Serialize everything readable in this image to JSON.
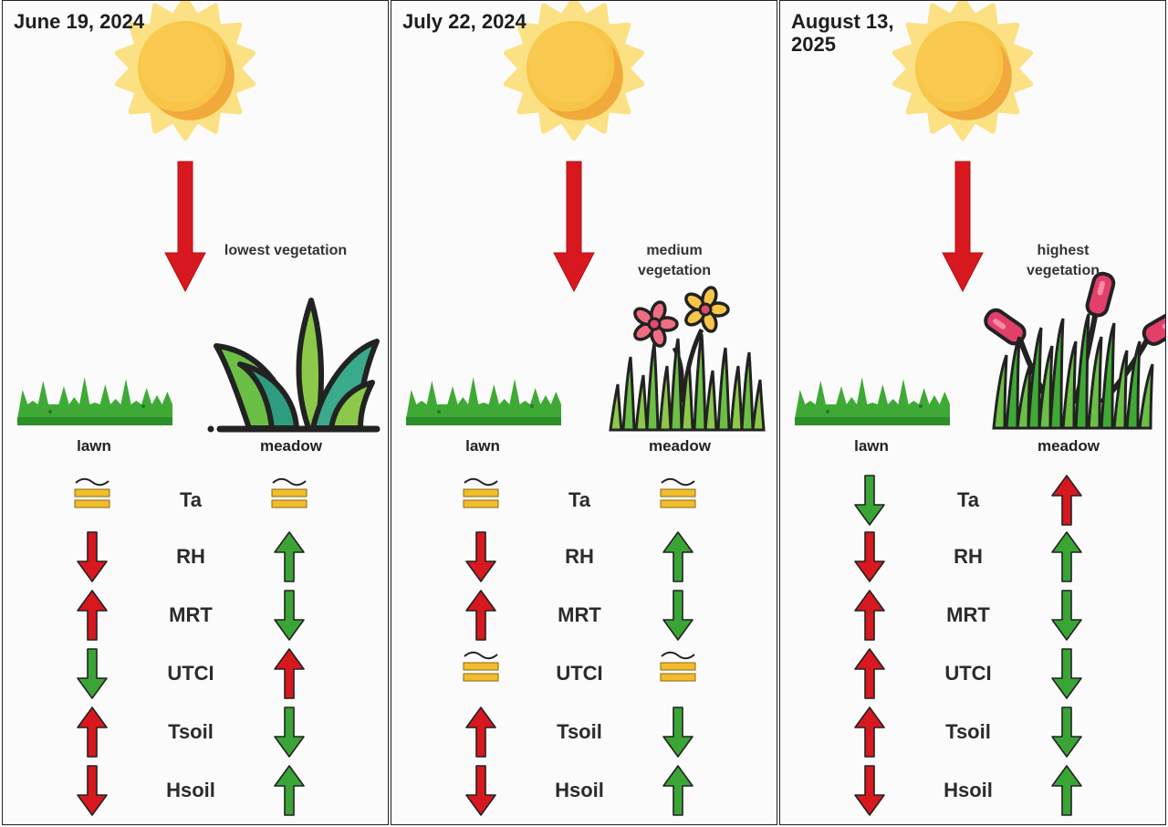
{
  "colors": {
    "down_red": "#d7181e",
    "up_red": "#d7181e",
    "down_green": "#3aa535",
    "up_green": "#3aa535",
    "approx": "#f2bd2c",
    "sun": "#f7c548",
    "lawn": "#3eaa35"
  },
  "parameters": [
    "Ta",
    "RH",
    "MRT",
    "UTCI",
    "Tsoil",
    "Hsoil"
  ],
  "panels": [
    {
      "date": "June 19, 2024",
      "vegetation_label": "lowest vegetation",
      "lawn_label": "lawn",
      "meadow_label": "meadow",
      "meadow_style": "grass",
      "lawn": [
        "approx",
        "down_red",
        "up_red",
        "down_green",
        "up_red",
        "down_red"
      ],
      "meadow": [
        "approx",
        "up_green",
        "down_green",
        "up_red",
        "down_green",
        "up_green"
      ]
    },
    {
      "date": "July 22, 2024",
      "vegetation_label": "medium vegetation",
      "lawn_label": "lawn",
      "meadow_label": "meadow",
      "meadow_style": "flowers",
      "lawn": [
        "approx",
        "down_red",
        "up_red",
        "approx",
        "up_red",
        "down_red"
      ],
      "meadow": [
        "approx",
        "up_green",
        "down_green",
        "approx",
        "down_green",
        "up_green"
      ]
    },
    {
      "date": "August 13, 2025",
      "vegetation_label": "highest vegetation",
      "lawn_label": "lawn",
      "meadow_label": "meadow",
      "meadow_style": "cattails",
      "lawn": [
        "down_green",
        "down_red",
        "up_red",
        "up_red",
        "up_red",
        "down_red"
      ],
      "meadow": [
        "up_red",
        "up_green",
        "down_green",
        "down_green",
        "down_green",
        "up_green"
      ]
    }
  ]
}
